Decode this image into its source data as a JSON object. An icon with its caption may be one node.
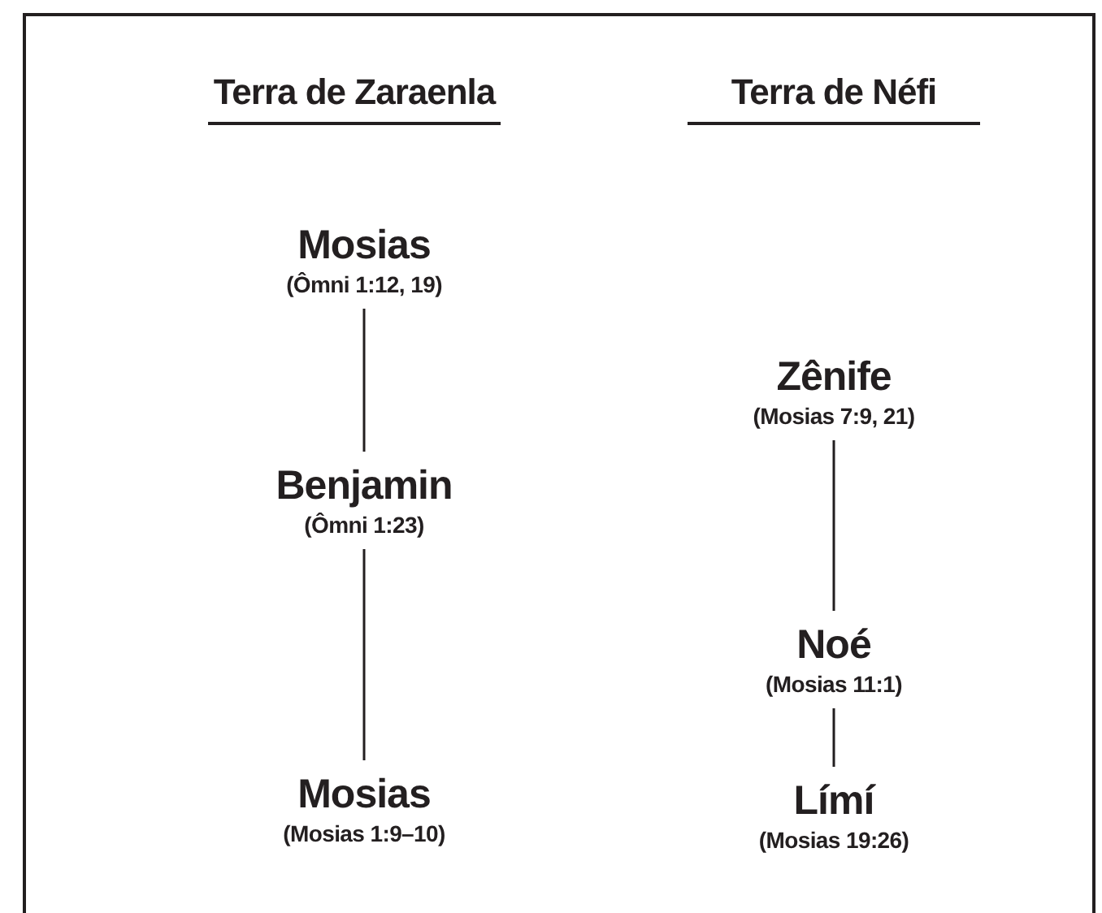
{
  "diagram": {
    "nodes": [
      {
        "text": [
          "Mosias",
          "(Ômni 1:12, 19)"
        ]
      },
      {
        "text": [
          "Benjamin",
          "(Ômni 1:23)"
        ]
      },
      {
        "text": [
          "Mosias",
          "(Mosias 1:9–10)"
        ]
      },
      {
        "text": [
          "Zênife",
          "(Mosias 7:9, 21)"
        ]
      },
      {
        "text": [
          "Noé",
          "(Mosias 11:1)"
        ]
      },
      {
        "text": [
          "Límí",
          "(Mosias 19:26)"
        ]
      }
    ],
    "edges": [
      {
        "from": 0,
        "to": 1,
        "arrow": "none"
      },
      {
        "from": 1,
        "to": 2,
        "arrow": "none"
      },
      {
        "from": 3,
        "to": 4,
        "arrow": "none"
      },
      {
        "from": 4,
        "to": 5,
        "arrow": "none"
      }
    ],
    "labels": [
      "Terra de Zaraenla",
      "Terra de Néfi"
    ]
  }
}
